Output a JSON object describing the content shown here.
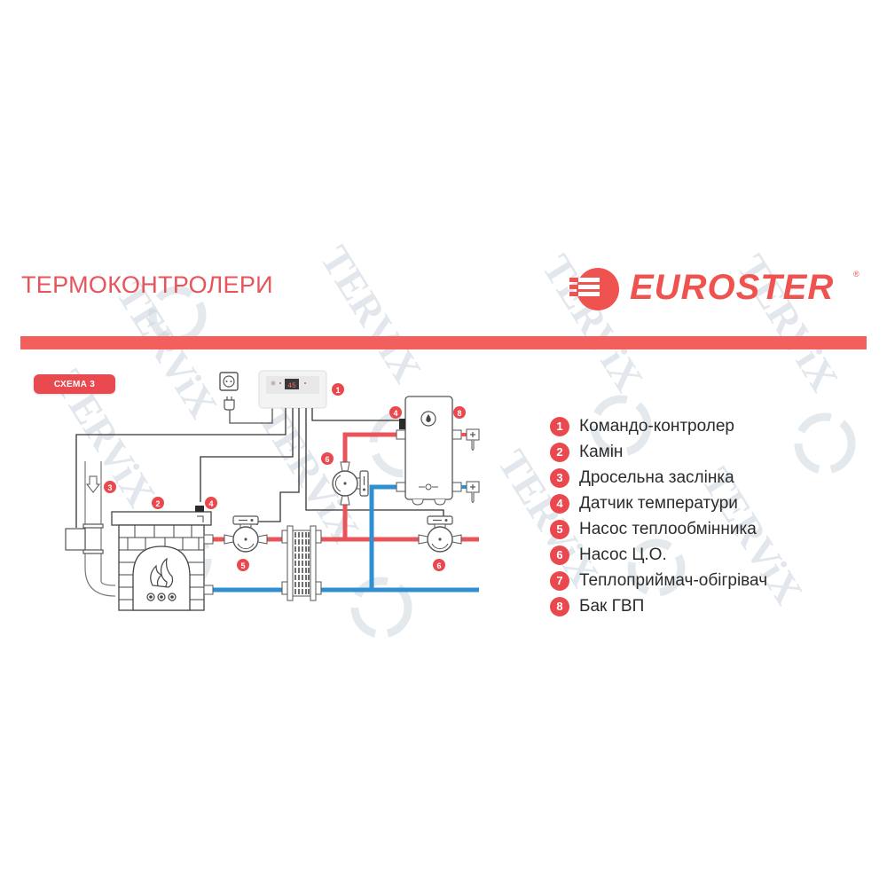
{
  "header": {
    "title": "ТЕРМОКОНТРОЛЕРИ",
    "brand": "EUROSTER",
    "brand_reg": "®"
  },
  "colors": {
    "accent_red": "#f25f5c",
    "badge_red": "#e84a50",
    "hot_pipe": "#e8545a",
    "cold_pipe": "#2f8fd0",
    "line": "#333333",
    "text": "#2b2b2b",
    "watermark": "#c9d3dc"
  },
  "diagram": {
    "scheme_label": "СХЕМА 3",
    "markers": [
      {
        "num": "1",
        "target": "controller"
      },
      {
        "num": "2",
        "target": "fireplace"
      },
      {
        "num": "3",
        "target": "throttle-damper"
      },
      {
        "num": "4",
        "target": "fireplace-temp-sensor"
      },
      {
        "num": "4",
        "target": "tank-temp-sensor"
      },
      {
        "num": "5",
        "target": "heat-exchanger-pump"
      },
      {
        "num": "6",
        "target": "ch-pump-vertical"
      },
      {
        "num": "6",
        "target": "ch-pump-right"
      },
      {
        "num": "8",
        "target": "hot-water-tank"
      }
    ],
    "icons": [
      "power-socket-icon",
      "plug-icon",
      "flame-icon",
      "down-arrow-icon",
      "water-drop-icon",
      "tap-icon"
    ]
  },
  "legend": {
    "items": [
      {
        "num": "1",
        "label": "Командо-контролер"
      },
      {
        "num": "2",
        "label": "Камін"
      },
      {
        "num": "3",
        "label": "Дросельна заслінка"
      },
      {
        "num": "4",
        "label": "Датчик температури"
      },
      {
        "num": "5",
        "label": "Насос теплообмінника"
      },
      {
        "num": "6",
        "label": "Насос Ц.О."
      },
      {
        "num": "7",
        "label": "Теплоприймач-обігрівач"
      },
      {
        "num": "8",
        "label": "Бак ГВП"
      }
    ]
  },
  "watermark": {
    "text": "TERViX"
  }
}
